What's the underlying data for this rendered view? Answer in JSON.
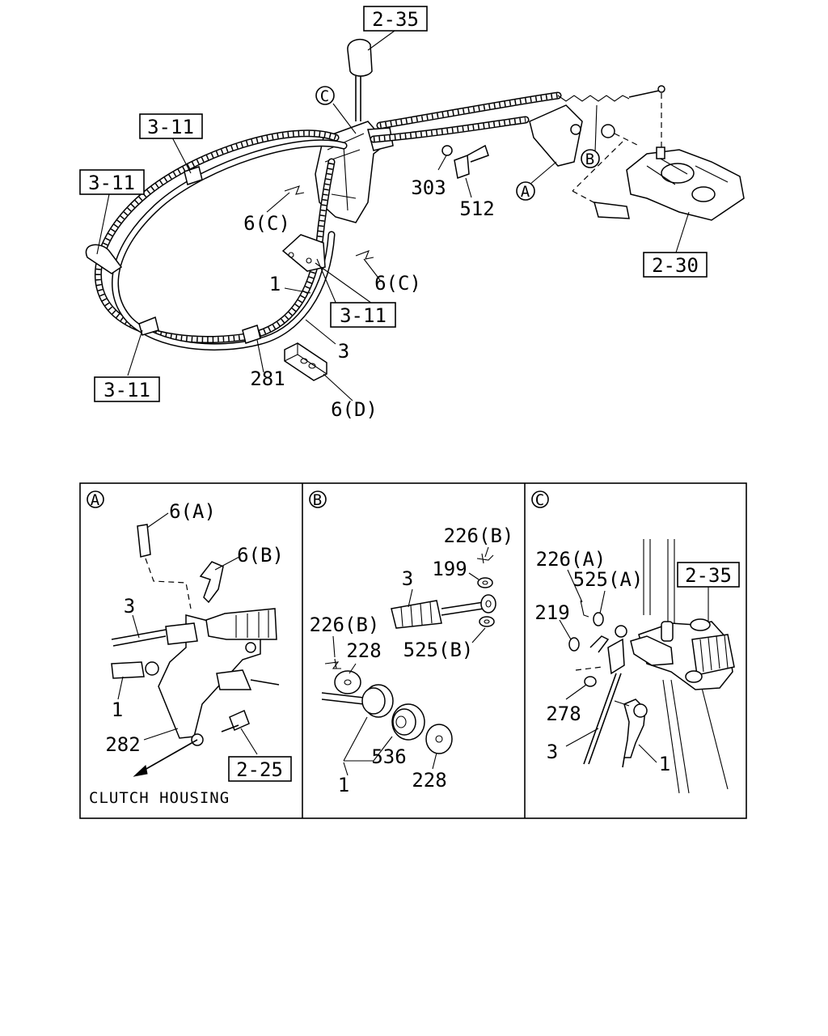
{
  "main_labels": {
    "ref_2_35": "2-35",
    "ref_3_11_a": "3-11",
    "ref_3_11_b": "3-11",
    "ref_3_11_c": "3-11",
    "ref_3_11_d": "3-11",
    "ref_2_30": "2-30",
    "part_303": "303",
    "part_512": "512",
    "part_6c_left": "6(C)",
    "part_6c_right": "6(C)",
    "part_1": "1",
    "part_3": "3",
    "part_281": "281",
    "part_6d": "6(D)",
    "callout_a": "A",
    "callout_b": "B",
    "callout_c": "C"
  },
  "panel_a": {
    "letter": "A",
    "part_6a": "6(A)",
    "part_6b": "6(B)",
    "part_3": "3",
    "part_1": "1",
    "part_282": "282",
    "ref_2_25": "2-25",
    "caption": "CLUTCH HOUSING"
  },
  "panel_b": {
    "letter": "B",
    "part_226b_top": "226(B)",
    "part_199": "199",
    "part_3": "3",
    "part_226b_left": "226(B)",
    "part_228_top": "228",
    "part_525b": "525(B)",
    "part_536": "536",
    "part_1": "1",
    "part_228_bottom": "228"
  },
  "panel_c": {
    "letter": "C",
    "part_226a": "226(A)",
    "part_525a": "525(A)",
    "ref_2_35": "2-35",
    "part_219": "219",
    "part_278": "278",
    "part_3": "3",
    "part_1": "1"
  }
}
